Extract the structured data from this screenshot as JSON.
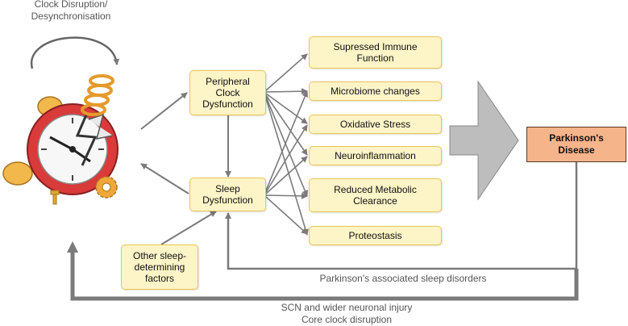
{
  "labels": {
    "clock_disruption": "Clock Disruption/\nDesynchronisation",
    "pd_sleep_disorders": "Parkinson's associated sleep disorders",
    "scn_injury": "SCN and wider neuronal injury\nCore clock disruption"
  },
  "nodes": {
    "peripheral_clock": "Peripheral\nClock\nDysfunction",
    "sleep_dysfunction": "Sleep\nDysfunction",
    "other_factors": "Other sleep-\ndetermining\nfactors",
    "parkinsons": "Parkinson's\nDisease"
  },
  "outcomes": [
    "Supressed Immune\nFunction",
    "Microbiome changes",
    "Oxidative Stress",
    "Neuroinflammation",
    "Reduced Metabolic\nClearance",
    "Proteostasis"
  ],
  "colors": {
    "box_fill": "#fdf4c8",
    "box_border": "#e9c64e",
    "pd_fill": "#f6b48b",
    "arrow": "#7a7a7a",
    "big_arrow": "#bdbdbd"
  },
  "icons": [
    "alarm-clock-icon",
    "spring-icon",
    "gear-icon",
    "screw-icon",
    "bell-icon"
  ]
}
